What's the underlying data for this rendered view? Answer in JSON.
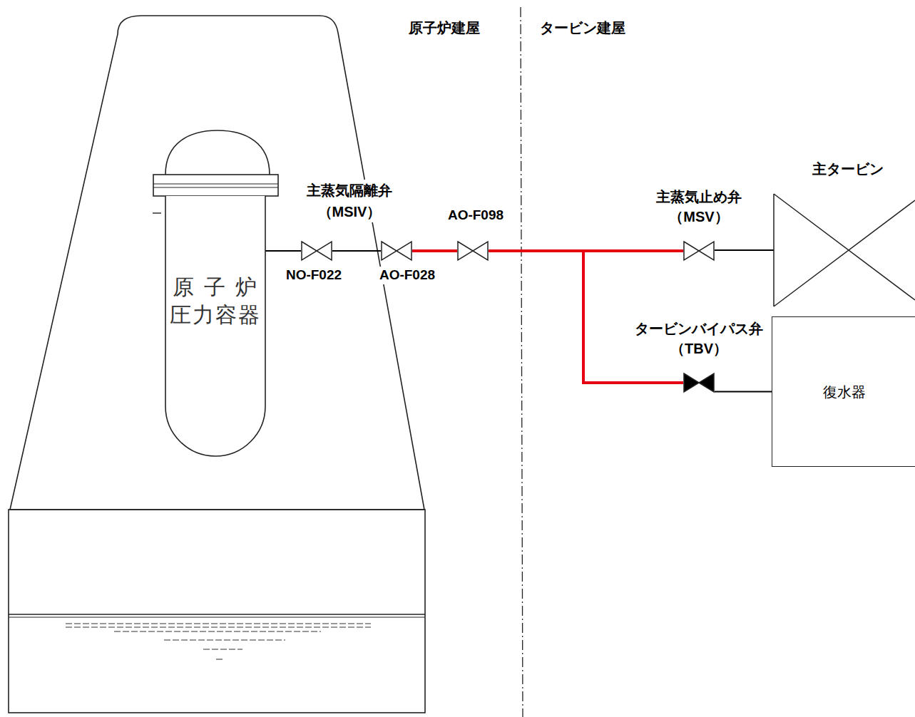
{
  "diagram": {
    "nodes": [
      {
        "text": [
          "原 子 炉 圧力容器"
        ]
      },
      {
        "text": [
          "NO-F022"
        ]
      },
      {
        "text": [
          "AO-F028"
        ]
      },
      {
        "text": [
          "AO-F098"
        ]
      },
      {
        "text": [
          "主蒸気止め弁 （MSV）"
        ]
      },
      {
        "text": [
          "主タービン"
        ]
      },
      {
        "text": [
          "タービンバイパス弁 （TBV）"
        ]
      },
      {
        "text": [
          "復水器"
        ]
      }
    ],
    "edges": [
      {
        "from": 0,
        "to": 1,
        "arrow": "none"
      },
      {
        "from": 1,
        "to": 2,
        "arrow": "none"
      },
      {
        "from": 2,
        "to": 3,
        "arrow": "none"
      },
      {
        "from": 3,
        "to": 4,
        "arrow": "none"
      },
      {
        "from": 3,
        "to": 6,
        "arrow": "none"
      },
      {
        "from": 4,
        "to": 5,
        "arrow": "none"
      },
      {
        "from": 6,
        "to": 7,
        "arrow": "none"
      }
    ],
    "labels": [
      "原子炉建屋",
      "タービン建屋",
      "主蒸気隔離弁 （MSIV）"
    ]
  }
}
